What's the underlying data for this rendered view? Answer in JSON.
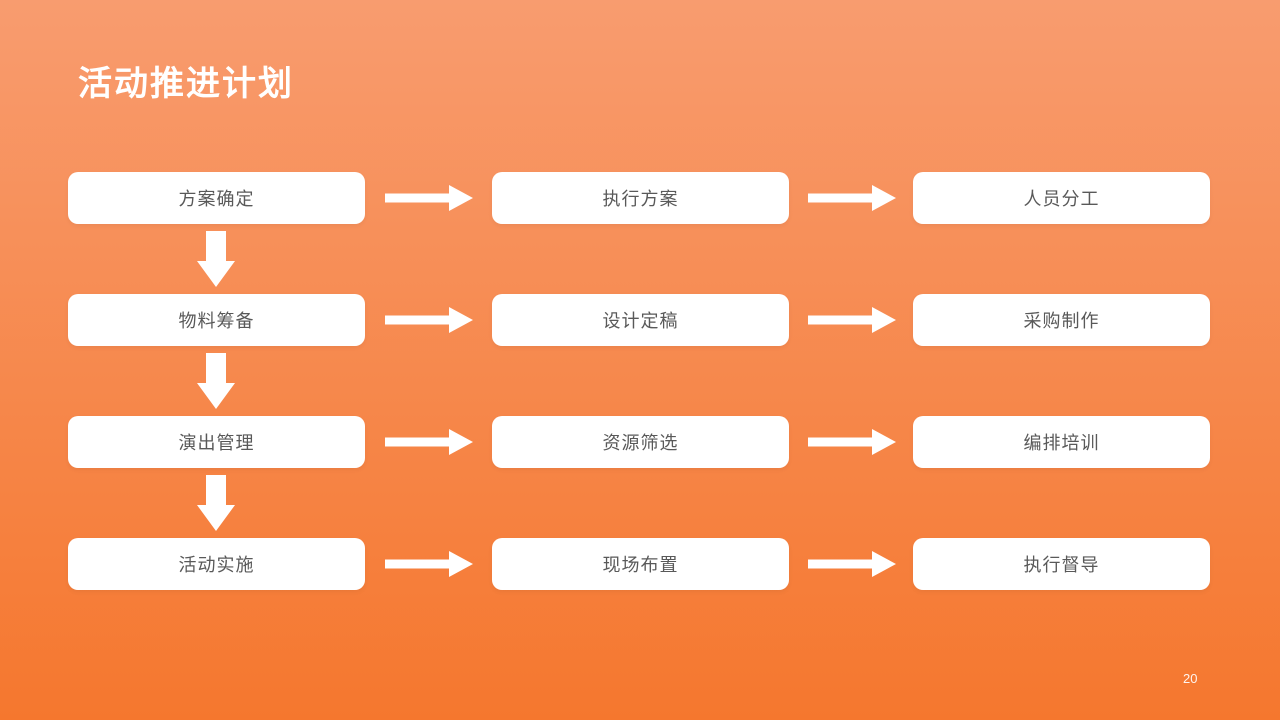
{
  "slide": {
    "title": "活动推进计划",
    "page_number": "20"
  },
  "colors": {
    "bg_top": "#F89C6F",
    "bg_bottom": "#F5772E",
    "box_bg": "#FFFFFF",
    "box_text": "#595959",
    "arrow": "#FFFFFF",
    "title_text": "#FFFFFF",
    "page_number_text": "#FFFFFF"
  },
  "flowchart": {
    "rows": [
      {
        "steps": [
          "方案确定",
          "执行方案",
          "人员分工"
        ]
      },
      {
        "steps": [
          "物料筹备",
          "设计定稿",
          "采购制作"
        ]
      },
      {
        "steps": [
          "演出管理",
          "资源筛选",
          "编排培训"
        ]
      },
      {
        "steps": [
          "活动实施",
          "现场布置",
          "执行督导"
        ]
      }
    ]
  }
}
